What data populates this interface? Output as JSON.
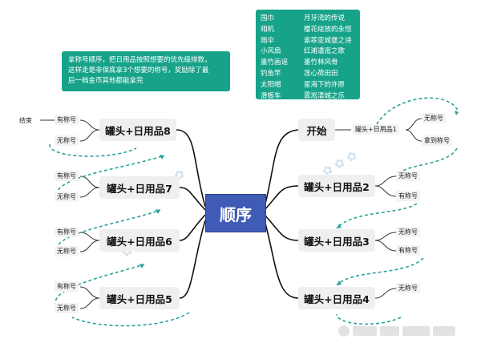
{
  "center_label": "顺序",
  "note_lines": [
    "拿称号顺序，把日用品按照想要的优先级排数，",
    "这样走是非保底拿3个想要的称号，奖励除了最",
    "后一档金币其他都能拿完"
  ],
  "items": [
    {
      "item": "围巾",
      "title": "月牙湾的传说"
    },
    {
      "item": "相机",
      "title": "樱花绽放的永恒"
    },
    {
      "item": "雨伞",
      "title": "索菲亚城堡之诗"
    },
    {
      "item": "小风扇",
      "title": "红滩逶迤之歌"
    },
    {
      "item": "墨竹画谣",
      "title": "墨竹林风骨"
    },
    {
      "item": "钓鱼竿",
      "title": "莲心荷田田"
    },
    {
      "item": "太阳帽",
      "title": "星海下的许愿"
    },
    {
      "item": "滑板车",
      "title": "雾淞清城之乐"
    }
  ],
  "right": {
    "start": "开始",
    "start_sub": "罐头+日用品1",
    "start_leaves": [
      "无称号",
      "拿到称号"
    ],
    "nodes": [
      {
        "label": "罐头+日用品2",
        "leaves": [
          "无称号",
          "有称号"
        ]
      },
      {
        "label": "罐头+日用品3",
        "leaves": [
          "无称号",
          "有称号"
        ]
      },
      {
        "label": "罐头+日用品4",
        "leaves": [
          "无称号"
        ]
      }
    ]
  },
  "left": {
    "end": "结束",
    "nodes": [
      {
        "label": "罐头+日用品8",
        "leaves": [
          "有称号",
          "无称号"
        ]
      },
      {
        "label": "罐头+日用品7",
        "leaves": [
          "有称号",
          "无称号"
        ]
      },
      {
        "label": "罐头+日用品6",
        "leaves": [
          "有称号",
          "无称号"
        ]
      },
      {
        "label": "罐头+日用品5",
        "leaves": [
          "有称号",
          "无称号"
        ]
      }
    ]
  },
  "colors": {
    "teal": "#17a38a",
    "blue": "#3f5bb5",
    "node_bg": "#efefef",
    "dashed": "#2aa39a"
  }
}
